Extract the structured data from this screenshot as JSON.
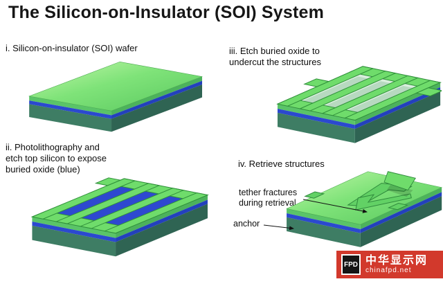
{
  "title": "The Silicon-on-Insulator (SOI) System",
  "panels": {
    "i": {
      "label": "i. Silicon-on-insulator (SOI) wafer"
    },
    "ii": {
      "label": "ii. Photolithography and\netch top silicon to expose\nburied oxide (blue)"
    },
    "iii": {
      "label": "iii. Etch buried oxide to\nundercut the structures"
    },
    "iv": {
      "label": "iv. Retrieve structures"
    }
  },
  "annotations": {
    "tether": "tether fractures\nduring retrieval",
    "anchor": "anchor"
  },
  "watermark": {
    "logo": "FPD",
    "site_name": "中华显示网",
    "site_url": "chinafpd.net"
  },
  "colors": {
    "device_silicon_green": "#6fdc6b",
    "buried_oxide_blue": "#2b49cf",
    "handle_wafer_teal": "#3e7d64",
    "undercut_pale": "#d9efdd",
    "watermark_red": "#d2392c",
    "background": "#ffffff",
    "text": "#0d0d0d"
  }
}
